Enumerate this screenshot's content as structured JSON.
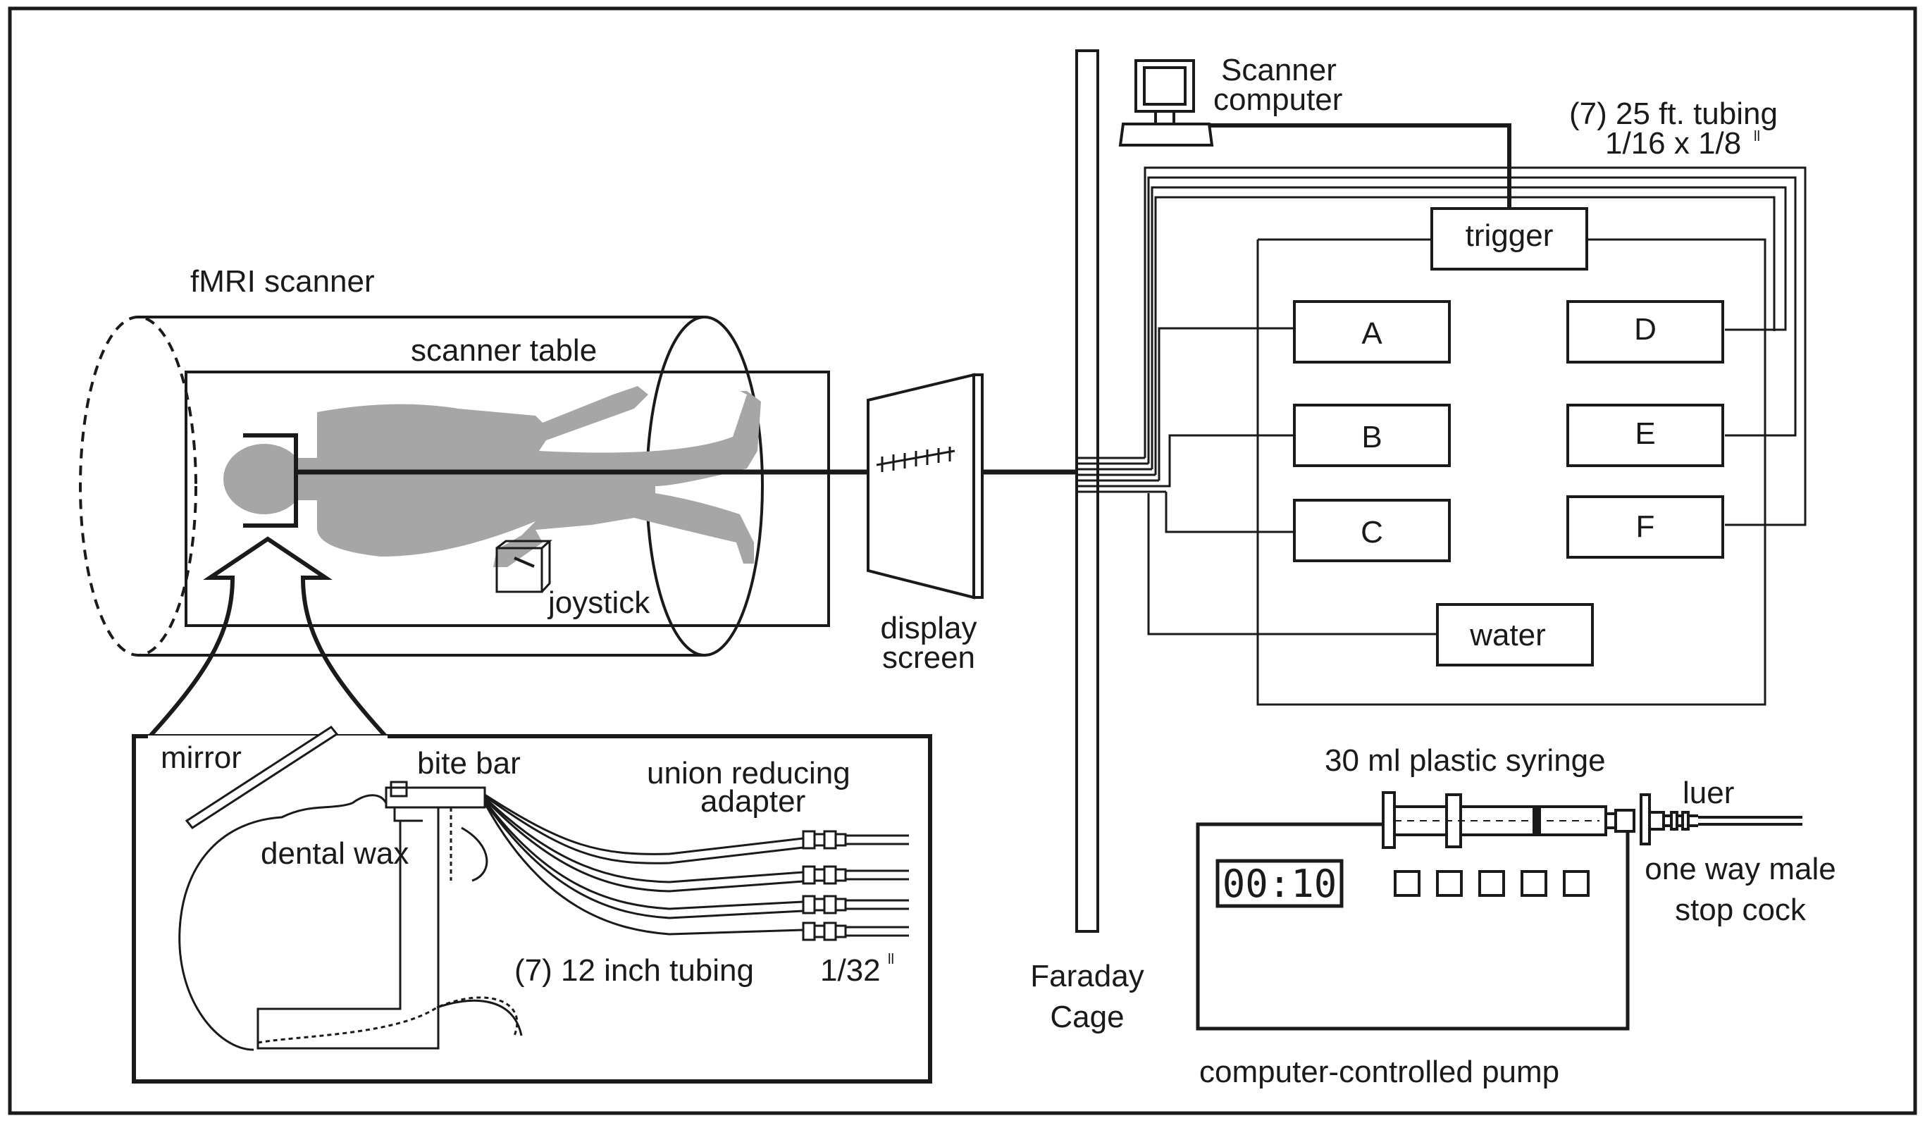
{
  "labels": {
    "fmri_scanner": "fMRI scanner",
    "scanner_table": "scanner table",
    "joystick": "joystick",
    "display_screen_1": "display",
    "display_screen_2": "screen",
    "scanner_computer_1": "Scanner",
    "scanner_computer_2": "computer",
    "tubing_25_1": "(7) 25 ft. tubing",
    "tubing_25_2": "1/16 x 1/8",
    "inch_mark": "ll",
    "trigger": "trigger",
    "box_a": "A",
    "box_b": "B",
    "box_c": "C",
    "box_d": "D",
    "box_e": "E",
    "box_f": "F",
    "water": "water",
    "faraday_1": "Faraday",
    "faraday_2": "Cage",
    "mirror": "mirror",
    "bite_bar": "bite bar",
    "dental_wax": "dental wax",
    "union_1": "union reducing",
    "union_2": "adapter",
    "tubing_12": "(7) 12 inch tubing",
    "size_132": "1/32",
    "syringe": "30 ml plastic syringe",
    "luer": "luer",
    "stopcock_1": "one way male",
    "stopcock_2": "stop cock",
    "pump": "computer-controlled pump",
    "pump_display": "00:10"
  },
  "colors": {
    "line": "#1a1a1a",
    "silhouette": "#a6a6a6",
    "background": "#ffffff"
  }
}
